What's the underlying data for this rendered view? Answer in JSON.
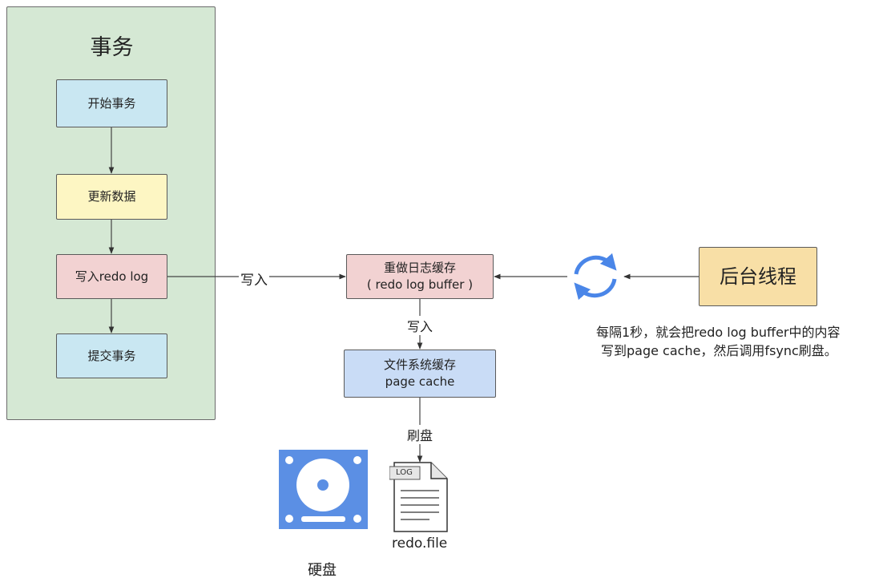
{
  "transaction_group": {
    "title": "事务",
    "steps": [
      "开始事务",
      "更新数据",
      "写入redo log",
      "提交事务"
    ]
  },
  "redo_buffer": {
    "line1": "重做日志缓存",
    "line2": "( redo log buffer )"
  },
  "page_cache": {
    "line1": "文件系统缓存",
    "line2": "page cache"
  },
  "background_thread": {
    "label": "后台线程"
  },
  "edge_labels": {
    "write_to_buffer": "写入",
    "write_to_cache": "写入",
    "flush": "刷盘"
  },
  "note": {
    "line1": "每隔1秒，就会把redo log buffer中的内容",
    "line2": "写到page cache，然后调用fsync刷盘。"
  },
  "disk": {
    "label": "硬盘",
    "icon": "hard-disk-icon"
  },
  "log_file": {
    "badge": "LOG",
    "label": "redo.file",
    "icon": "log-file-icon"
  },
  "colors": {
    "group_fill": "#d5e8d4",
    "step_blue": "#c9e7f2",
    "step_yellow": "#fdf6c3",
    "step_pink": "#f2d2d2",
    "cache_blue": "#c9dcf6",
    "thread_fill": "#f8dfa6",
    "disk_blue": "#5b8fe4",
    "cycle_blue": "#4a86e8"
  }
}
